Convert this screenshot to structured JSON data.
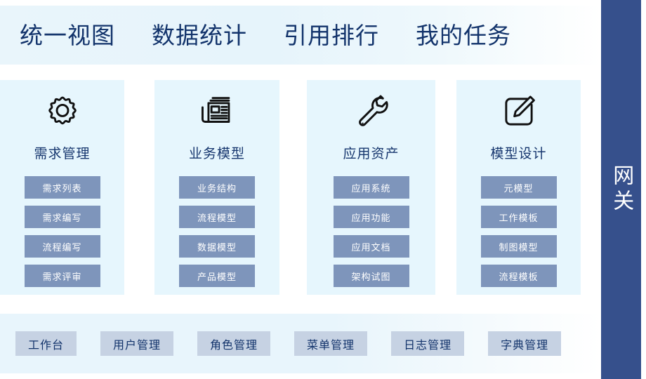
{
  "nav": {
    "items": [
      {
        "label": "统一视图"
      },
      {
        "label": "数据统计"
      },
      {
        "label": "引用排行"
      },
      {
        "label": "我的任务"
      }
    ]
  },
  "cards": [
    {
      "icon": "gear-icon",
      "title": "需求管理",
      "buttons": [
        {
          "label": "需求列表"
        },
        {
          "label": "需求编写"
        },
        {
          "label": "流程编写"
        },
        {
          "label": "需求评审"
        }
      ]
    },
    {
      "icon": "newspaper-icon",
      "title": "业务模型",
      "buttons": [
        {
          "label": "业务结构"
        },
        {
          "label": "流程模型"
        },
        {
          "label": "数据模型"
        },
        {
          "label": "产品模型"
        }
      ]
    },
    {
      "icon": "wrench-icon",
      "title": "应用资产",
      "buttons": [
        {
          "label": "应用系统"
        },
        {
          "label": "应用功能"
        },
        {
          "label": "应用文档"
        },
        {
          "label": "架构试图"
        }
      ]
    },
    {
      "icon": "pencil-square-icon",
      "title": "模型设计",
      "buttons": [
        {
          "label": "元模型"
        },
        {
          "label": "工作模板"
        },
        {
          "label": "制图模型"
        },
        {
          "label": "流程模板"
        }
      ]
    }
  ],
  "bottom": {
    "buttons": [
      {
        "label": "工作台"
      },
      {
        "label": "用户管理"
      },
      {
        "label": "角色管理"
      },
      {
        "label": "菜单管理"
      },
      {
        "label": "日志管理"
      },
      {
        "label": "字典管理"
      }
    ]
  },
  "gateway": {
    "label": "网关"
  },
  "colors": {
    "nav_text": "#12336b",
    "card_bg": "#e6f6fd",
    "card_title": "#16366e",
    "card_button_bg": "#7e95bb",
    "card_button_text": "#ffffff",
    "bottom_button_bg": "#c6d2e3",
    "bottom_button_text": "#12336b",
    "gateway_bg": "#36508c",
    "gateway_text": "#ffffff"
  }
}
